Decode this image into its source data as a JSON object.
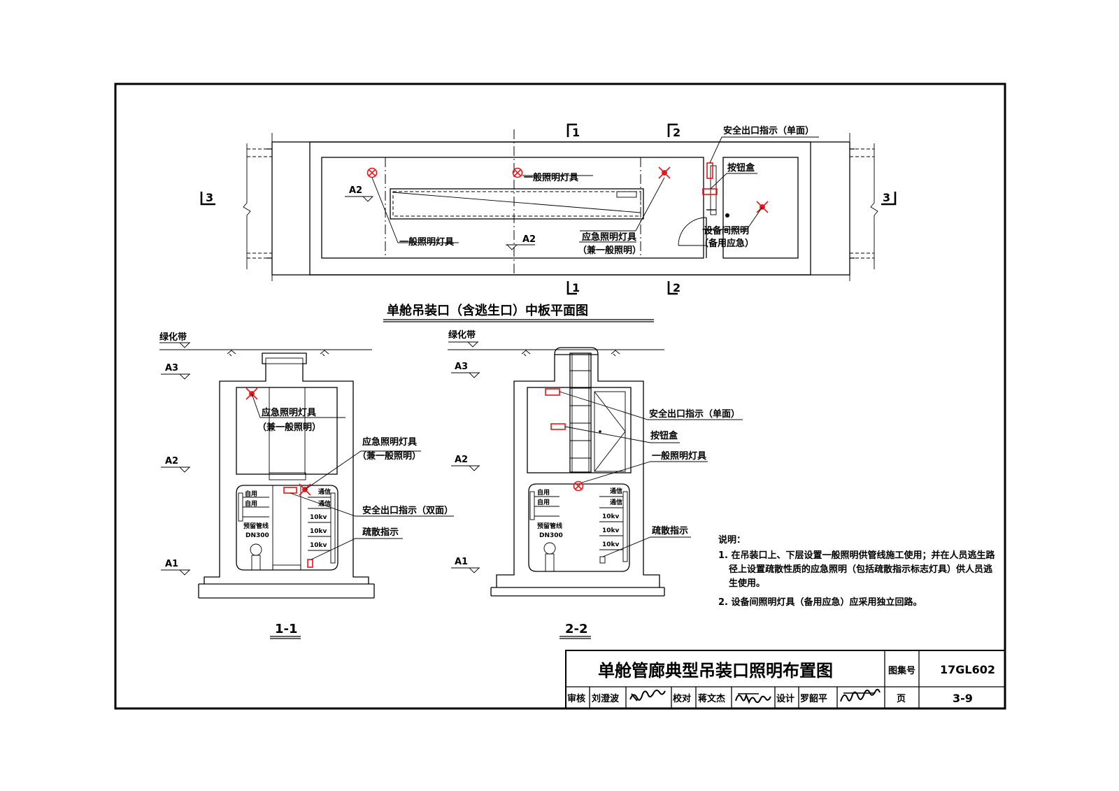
{
  "title_block": {
    "drawing_title": "单舱管廊典型吊装口照明布置图",
    "atlas_label": "图集号",
    "atlas_no": "17GL602",
    "review_label": "审核",
    "reviewer": "刘澄波",
    "check_label": "校对",
    "checker": "蒋文杰",
    "design_label": "设计",
    "designer": "罗韶平",
    "page_label": "页",
    "page_no": "3-9",
    "sig_reviewer": "刘澄波",
    "sig_checker": "蒋文杰",
    "sig_designer": "罗韶平"
  },
  "plan": {
    "title": "单舱吊装口（含逃生口）中板平面图",
    "sec1_top": "1",
    "sec1_bot": "1",
    "sec2_top": "2",
    "sec2_bot": "2",
    "sec3_left": "3",
    "sec3_right": "3",
    "level_a2_left": "A2",
    "level_a2_mid": "A2",
    "label_general_top": "一般照明灯具",
    "label_general_bottom": "一般照明灯具",
    "label_emergency_1": "应急照明灯具",
    "label_emergency_2": "（兼一般照明）",
    "label_exit": "安全出口指示（单面）",
    "label_button": "按钮盒",
    "label_equip_1": "设备间照明",
    "label_equip_2": "（备用应急）"
  },
  "section_1_1": {
    "name": "1-1",
    "green_belt": "绿化带",
    "a3": "A3",
    "a2": "A2",
    "a1": "A1",
    "emerg_top_1": "应急照明灯具",
    "emerg_top_2": "（兼一般照明）",
    "emerg_mid_1": "应急照明灯具",
    "emerg_mid_2": "（兼一般照明）",
    "exit_double": "安全出口指示（双面）",
    "evac": "疏散指示",
    "tag_self": "自用",
    "tag_comm": "通信",
    "tag_10kv_1": "10kv",
    "tag_10kv_2": "10kv",
    "tag_10kv_3": "10kv",
    "pipe_reserved": "预留管线",
    "pipe_dn": "DN300"
  },
  "section_2_2": {
    "name": "2-2",
    "green_belt": "绿化带",
    "a3": "A3",
    "a2": "A2",
    "a1": "A1",
    "exit_single": "安全出口指示（单面）",
    "button": "按钮盒",
    "general": "一般照明灯具",
    "evac": "疏散指示",
    "tag_self": "自用",
    "tag_comm": "通信",
    "tag_10kv_1": "10kv",
    "tag_10kv_2": "10kv",
    "tag_10kv_3": "10kv",
    "pipe_reserved": "预留管线",
    "pipe_dn": "DN300"
  },
  "notes": {
    "heading": "说明：",
    "n1_l1": "1. 在吊装口上、下层设置一般照明供管线施工使用；并在人员逃生路",
    "n1_l2": "径上设置疏散性质的应急照明（包括疏散指示标志灯具）供人员逃",
    "n1_l3": "生使用。",
    "n2": "2. 设备间照明灯具（备用应急）应采用独立回路。"
  },
  "colors": {
    "lighting_symbol": "#e8151b",
    "line": "#000000"
  },
  "icons": [
    "general-light-icon",
    "emergency-light-icon",
    "exit-sign-icon",
    "button-box-icon",
    "evacuation-sign-icon",
    "ground-level-icon"
  ]
}
